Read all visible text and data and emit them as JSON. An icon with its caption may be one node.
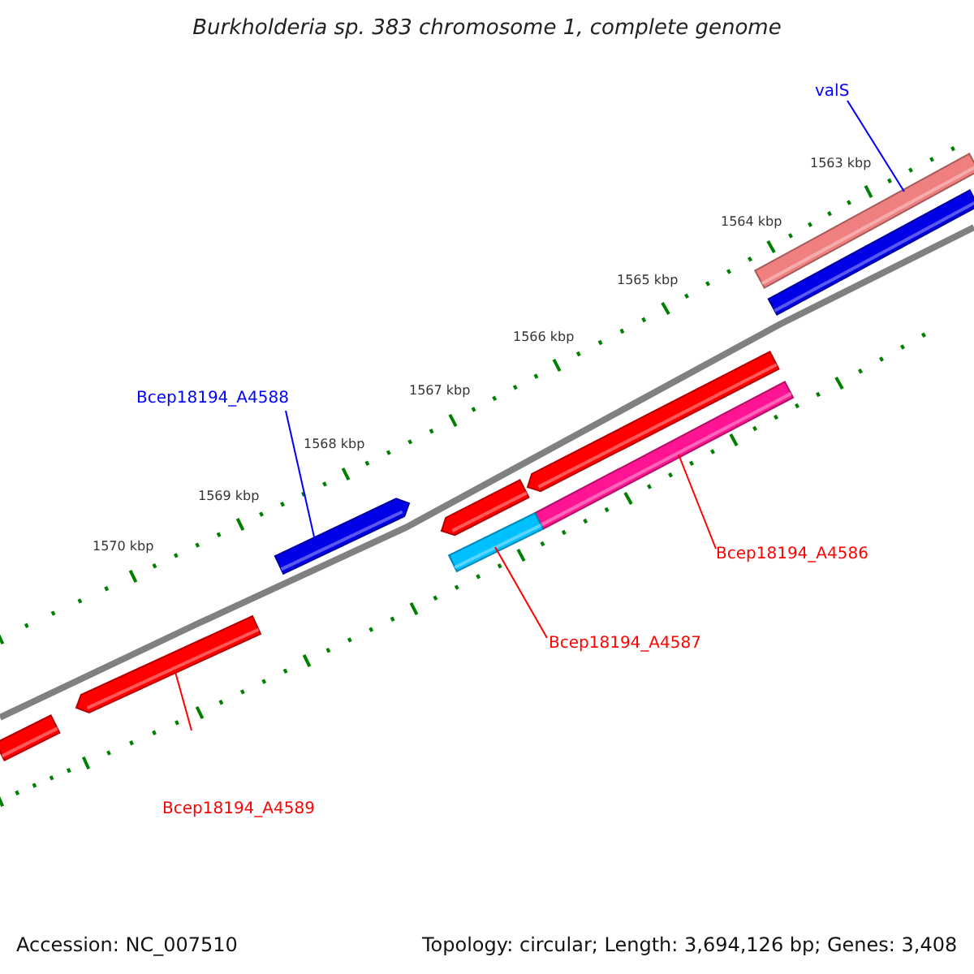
{
  "diagram": {
    "title": "Burkholderia sp. 383 chromosome 1, complete genome",
    "nodes": [
      {
        "text": [
          "valS"
        ]
      },
      {
        "text": [],
        "shape": "bar"
      },
      {
        "text": [],
        "shape": "bar"
      },
      {
        "text": [
          "Bcep18194_A4588"
        ]
      },
      {
        "text": [],
        "shape": "bar"
      },
      {
        "text": [],
        "shape": "bar"
      },
      {
        "text": [],
        "shape": "bar"
      },
      {
        "text": [],
        "shape": "bar"
      },
      {
        "text": [],
        "shape": "bar"
      },
      {
        "text": [
          "Bcep18194_A4586"
        ]
      },
      {
        "text": [],
        "shape": "bar"
      },
      {
        "text": [
          "Bcep18194_A4587"
        ]
      },
      {
        "text": [],
        "shape": "bar"
      },
      {
        "text": [
          "Bcep18194_A4589"
        ]
      }
    ],
    "edges": [
      {
        "from": 0,
        "to": 1,
        "arrow": "none",
        "color": "#0000ff"
      },
      {
        "from": 3,
        "to": 4,
        "arrow": "none",
        "color": "#0000ff"
      },
      {
        "from": 9,
        "to": 6,
        "arrow": "none"
      },
      {
        "from": 11,
        "to": 8,
        "arrow": "none"
      },
      {
        "from": 13,
        "to": 10,
        "arrow": "none"
      }
    ],
    "labels": [
      "1563 kbp",
      "1564 kbp",
      "1565 kbp",
      "1566 kbp",
      "1567 kbp",
      "1568 kbp",
      "1569 kbp",
      "1570 kbp",
      "Accession: NC_007510",
      "Topology: circular; Length: 3,694,126 bp; Genes: 3,408"
    ]
  }
}
